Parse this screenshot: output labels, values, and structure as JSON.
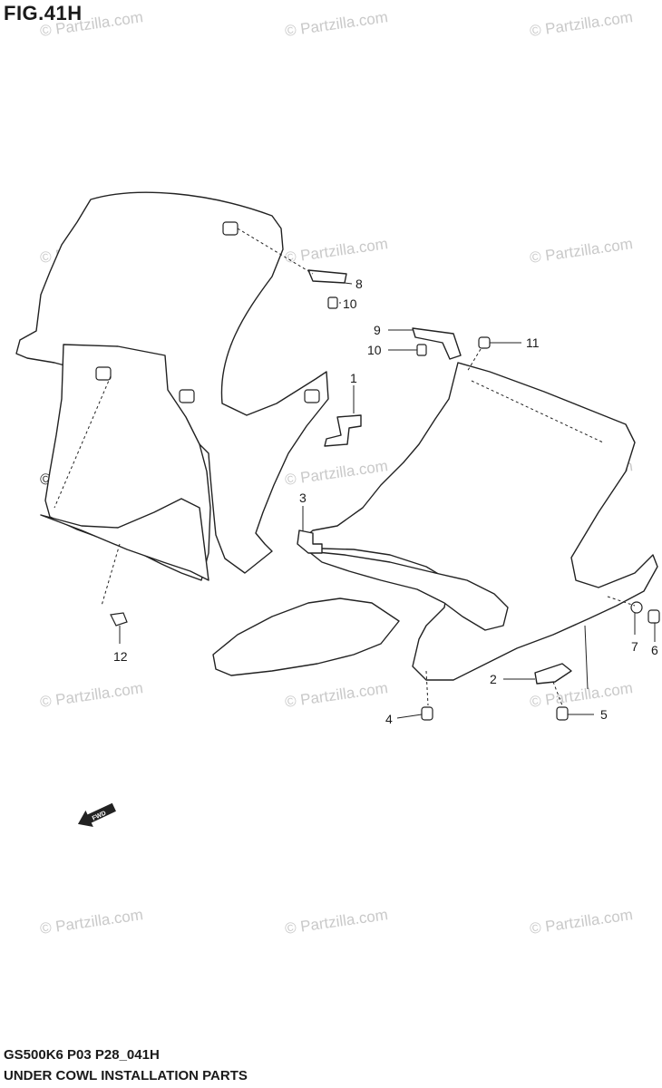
{
  "figure": {
    "title": "FIG.41H",
    "watermark": "© Partzilla.com",
    "direction_label": "FWD",
    "callouts": [
      "1",
      "2",
      "3",
      "4",
      "5",
      "6",
      "7",
      "8",
      "9",
      "10",
      "10",
      "11",
      "12"
    ]
  },
  "footer": {
    "code": "GS500K6 P03 P28_041H",
    "description": "UNDER COWL INSTALLATION PARTS"
  }
}
